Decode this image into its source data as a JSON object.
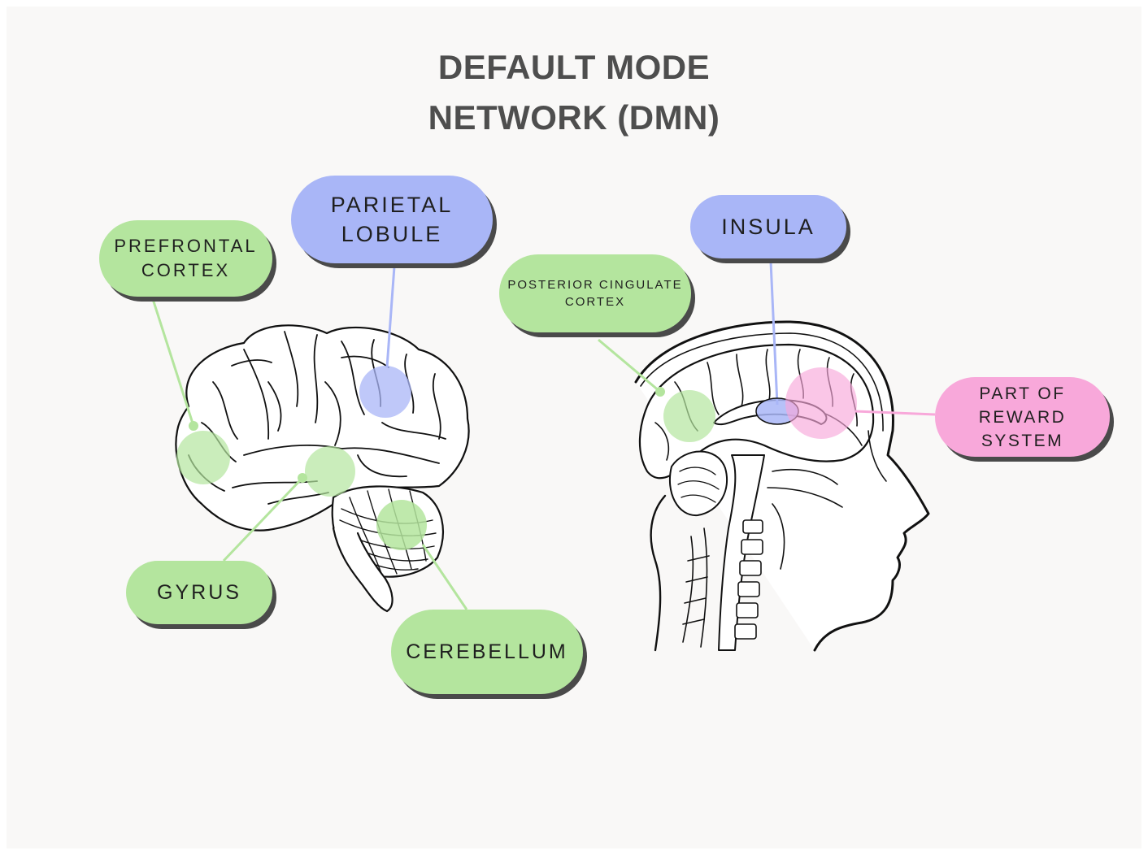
{
  "title": {
    "line1": "DEFAULT MODE",
    "line2": "NETWORK (DMN)"
  },
  "labels": {
    "prefrontal": {
      "line1": "PREFRONTAL",
      "line2": "CORTEX"
    },
    "parietal": {
      "line1": "PARIETAL",
      "line2": "LOBULE"
    },
    "gyrus": {
      "line1": "GYRUS"
    },
    "cerebellum": {
      "line1": "CEREBELLUM"
    },
    "posterior": {
      "line1": "POSTERIOR CINGULATE",
      "line2": "CORTEX"
    },
    "insula": {
      "line1": "INSULA"
    },
    "reward": {
      "line1": "PART OF",
      "line2": "REWARD SYSTEM"
    }
  },
  "colors": {
    "background": "#f9f8f7",
    "green": "#b4e59e",
    "blue": "#a9b6f7",
    "pink": "#f8a8da",
    "title": "#4e4e4e",
    "shadow": "#4a4a4a"
  }
}
